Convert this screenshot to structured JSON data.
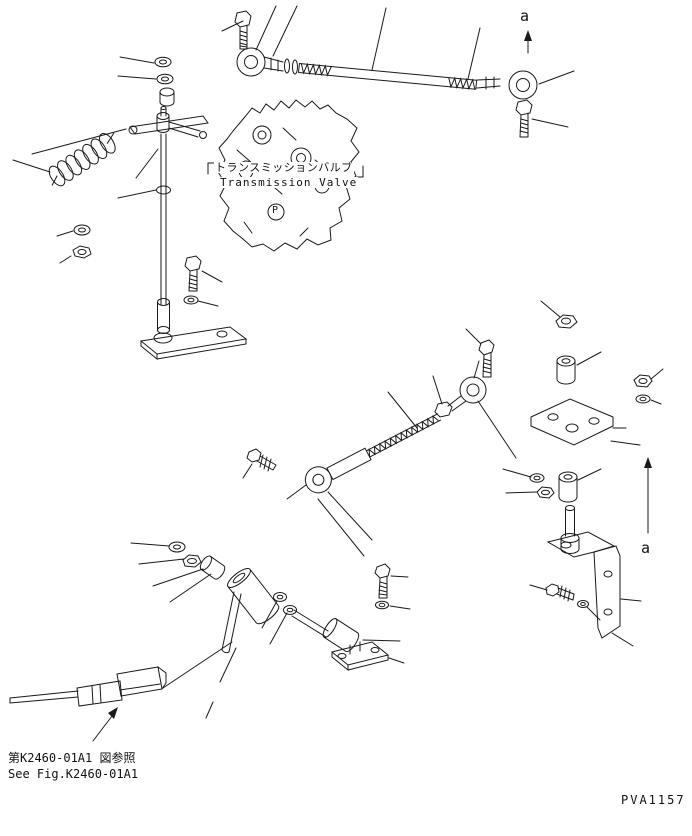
{
  "page": {
    "background": "#ffffff",
    "line_color": "#1a1a1a"
  },
  "labels": {
    "valve_ja": "トランスミッションバルブ",
    "valve_en": "Transmission Valve",
    "port": "P",
    "section_top": "a",
    "section_right": "a",
    "ref_ja": "第K2460-01A1 図参照",
    "ref_en": "See Fig.K2460-01A1",
    "drawing_no": "PVA1157"
  }
}
